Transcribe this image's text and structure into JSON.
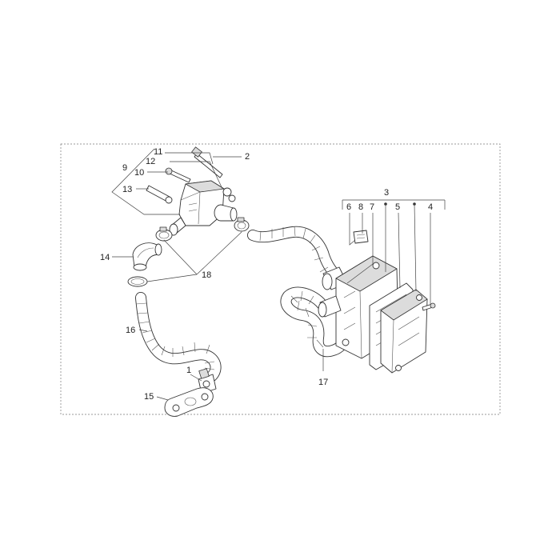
{
  "diagram": {
    "colors": {
      "line": "#333333",
      "frame": "#777777",
      "text": "#222222",
      "shade": "#dcdcdc"
    },
    "callouts": [
      {
        "id": "c1",
        "text": "1"
      },
      {
        "id": "c2",
        "text": "2"
      },
      {
        "id": "c3",
        "text": "3"
      },
      {
        "id": "c4",
        "text": "4"
      },
      {
        "id": "c5",
        "text": "5"
      },
      {
        "id": "c6",
        "text": "6"
      },
      {
        "id": "c7",
        "text": "7"
      },
      {
        "id": "c8",
        "text": "8"
      },
      {
        "id": "c9",
        "text": "9"
      },
      {
        "id": "c10",
        "text": "10"
      },
      {
        "id": "c11",
        "text": "11"
      },
      {
        "id": "c12",
        "text": "12"
      },
      {
        "id": "c13",
        "text": "13"
      },
      {
        "id": "c14",
        "text": "14"
      },
      {
        "id": "c15",
        "text": "15"
      },
      {
        "id": "c16",
        "text": "16"
      },
      {
        "id": "c17",
        "text": "17"
      },
      {
        "id": "c18",
        "text": "18"
      }
    ]
  }
}
